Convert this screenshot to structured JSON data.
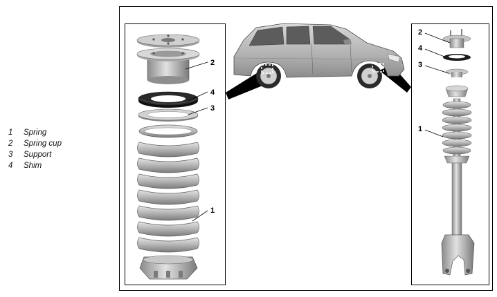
{
  "legend": [
    {
      "number": "1",
      "label": "Spring"
    },
    {
      "number": "2",
      "label": "Spring cup"
    },
    {
      "number": "3",
      "label": "Support"
    },
    {
      "number": "4",
      "label": "Shim"
    }
  ],
  "left_callouts": {
    "spring": "1",
    "spring_cup": "2",
    "support": "3",
    "shim": "4"
  },
  "right_callouts": {
    "spring_cup": "2",
    "shim": "4",
    "support": "3",
    "spring": "1"
  },
  "colors": {
    "line": "#000000",
    "metal_light": "#d6d6d6",
    "metal_mid": "#a8a8a8",
    "metal_dark": "#6e6e6e",
    "shim": "#222222"
  }
}
